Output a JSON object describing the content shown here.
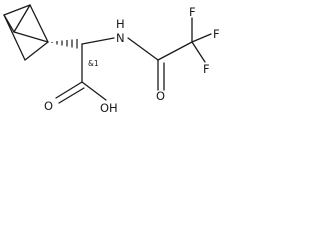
{
  "structure": {
    "atoms": {
      "nh": "H",
      "nh_n": "N",
      "o_carbonyl_amide": "O",
      "o_acid_carbonyl": "O",
      "oh": "OH",
      "f1": "F",
      "f2": "F",
      "f3": "F"
    },
    "stereo_label": "&1"
  },
  "colors": {
    "bond": "#1a1a1a",
    "text": "#1a1a1a",
    "background": "#ffffff"
  }
}
